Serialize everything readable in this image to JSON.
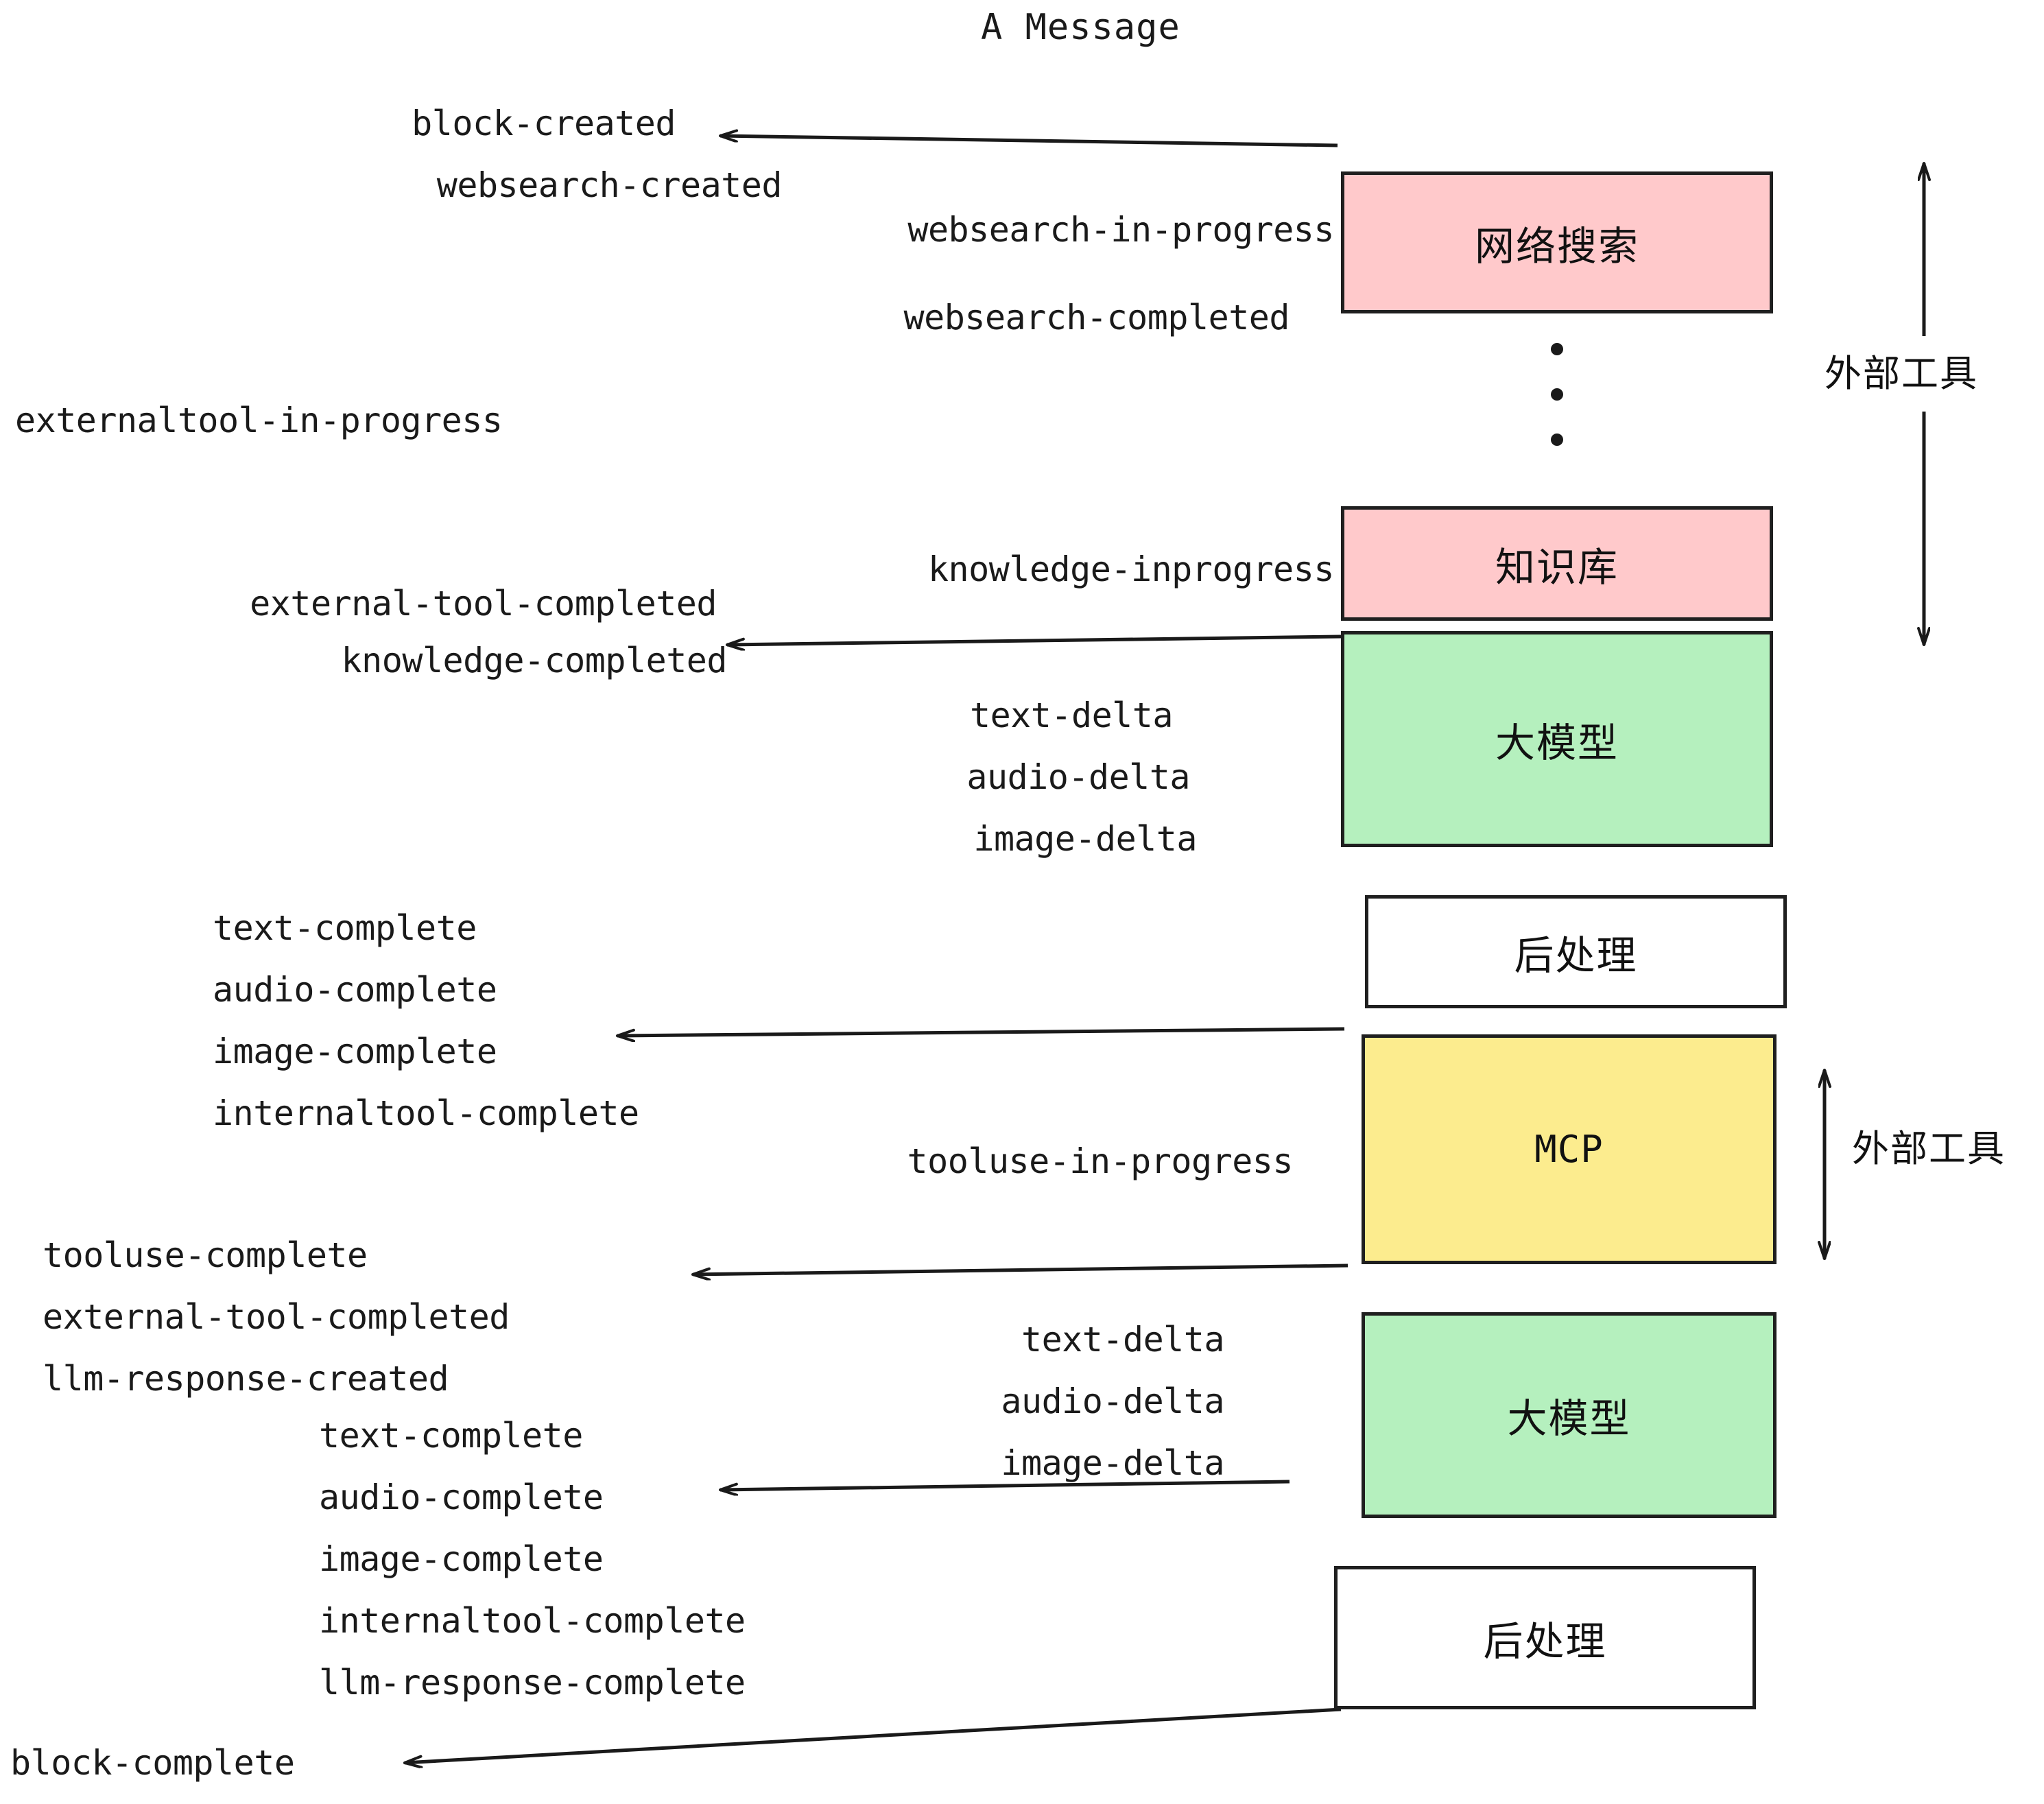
{
  "title": "A Message",
  "colors": {
    "pink": "#FFC9CB",
    "green": "#B5F0BE",
    "yellow": "#FCEC8E",
    "white": "#FFFFFF",
    "stroke": "#1F1F1F",
    "text": "#1A1A1A"
  },
  "boxes": [
    {
      "id": "websearch",
      "label": "网络搜索",
      "fill": "pink"
    },
    {
      "id": "knowledge",
      "label": "知识库",
      "fill": "pink"
    },
    {
      "id": "llm-top",
      "label": "大模型",
      "fill": "green"
    },
    {
      "id": "postprocess-top",
      "label": "后处理",
      "fill": "white"
    },
    {
      "id": "mcp",
      "label": "MCP",
      "fill": "yellow"
    },
    {
      "id": "llm-bottom",
      "label": "大模型",
      "fill": "green"
    },
    {
      "id": "postprocess-bottom",
      "label": "后处理",
      "fill": "white"
    }
  ],
  "side_labels": [
    {
      "id": "external-tool-upper",
      "label": "外部工具"
    },
    {
      "id": "external-tool-lower",
      "label": "外部工具"
    }
  ],
  "events": {
    "block_created": "block-created",
    "websearch_created": "websearch-created",
    "websearch_in_progress": "websearch-in-progress",
    "websearch_completed": "websearch-completed",
    "externaltool_in_progress": "externaltool-in-progress",
    "knowledge_inprogress": "knowledge-inprogress",
    "external_tool_completed_1": "external-tool-completed",
    "knowledge_completed": "knowledge-completed",
    "text_delta_1": "text-delta",
    "audio_delta_1": "audio-delta",
    "image_delta_1": "image-delta",
    "text_complete_1": "text-complete",
    "audio_complete_1": "audio-complete",
    "image_complete_1": "image-complete",
    "internaltool_complete_1": "internaltool-complete",
    "tooluse_in_progress": "tooluse-in-progress",
    "tooluse_complete": "tooluse-complete",
    "external_tool_completed_2": "external-tool-completed",
    "llm_response_created": "llm-response-created",
    "text_delta_2": "text-delta",
    "audio_delta_2": "audio-delta",
    "image_delta_2": "image-delta",
    "text_complete_2": "text-complete",
    "audio_complete_2": "audio-complete",
    "image_complete_2": "image-complete",
    "internaltool_complete_2": "internaltool-complete",
    "llm_response_complete": "llm-response-complete",
    "block_complete": "block-complete"
  }
}
